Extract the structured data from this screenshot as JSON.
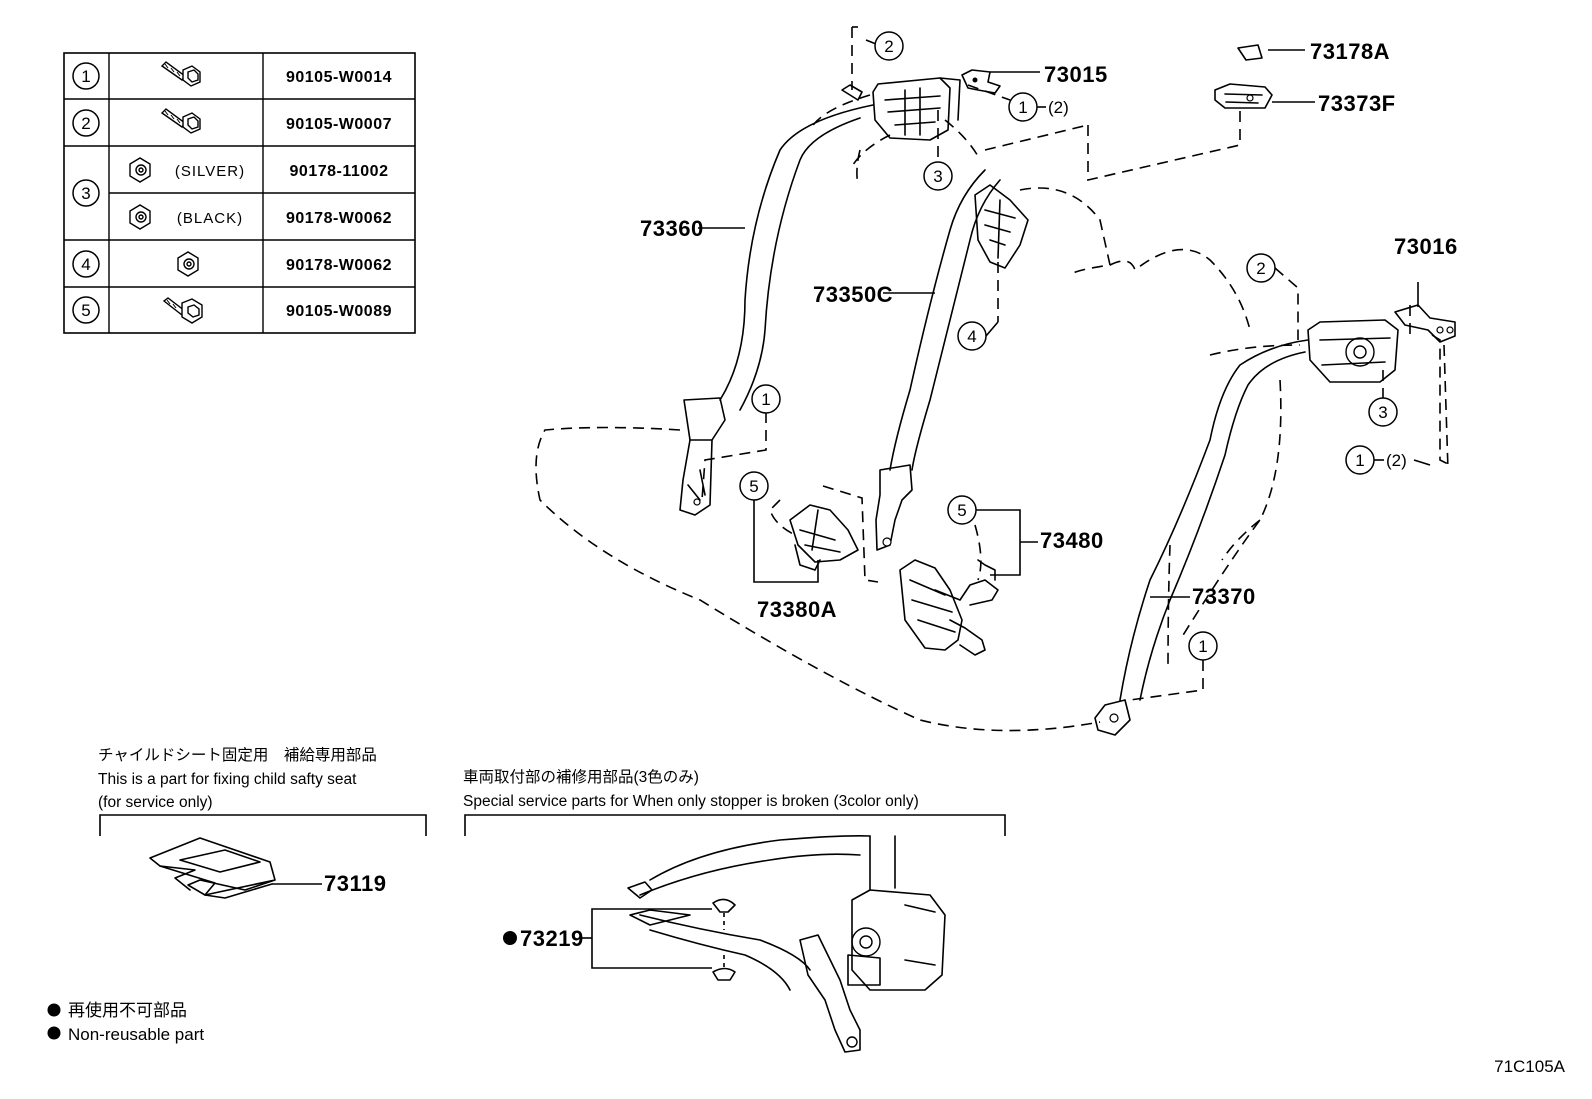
{
  "fastener_table": [
    {
      "ref": "1",
      "color": "",
      "part_no": "90105-W0014",
      "icon": "bolt-icon"
    },
    {
      "ref": "2",
      "color": "",
      "part_no": "90105-W0007",
      "icon": "bolt-icon"
    },
    {
      "ref": "3",
      "color": "(SILVER)",
      "part_no": "90178-11002",
      "icon": "nut-icon"
    },
    {
      "ref": "",
      "color": "(BLACK)",
      "part_no": "90178-W0062",
      "icon": "nut-icon"
    },
    {
      "ref": "4",
      "color": "",
      "part_no": "90178-W0062",
      "icon": "nut-icon"
    },
    {
      "ref": "5",
      "color": "",
      "part_no": "90105-W0089",
      "icon": "bolt-icon"
    }
  ],
  "part_labels": {
    "p73360": "73360",
    "p73350c": "73350C",
    "p73015": "73015",
    "p73178a": "73178A",
    "p73373f": "73373F",
    "p73016": "73016",
    "p73480": "73480",
    "p73370": "73370",
    "p73380a": "73380A",
    "p73119": "73119",
    "p73219": "73219"
  },
  "callouts": {
    "one": "1",
    "two": "2",
    "three": "3",
    "four": "4",
    "five": "5",
    "alt_two": "(2)"
  },
  "notes": {
    "child_seat_jp": "チャイルドシート固定用　補給専用部品",
    "child_seat_en": "This is a part for fixing child safty seat",
    "child_seat_en2": "(for service only)",
    "stopper_jp": "車両取付部の補修用部品(3色のみ)",
    "stopper_en": "Special service parts for When only stopper is broken (3color only)"
  },
  "legend": {
    "jp": "再使用不可部品",
    "en": "Non-reusable part"
  },
  "diagram_code": "71C105A"
}
